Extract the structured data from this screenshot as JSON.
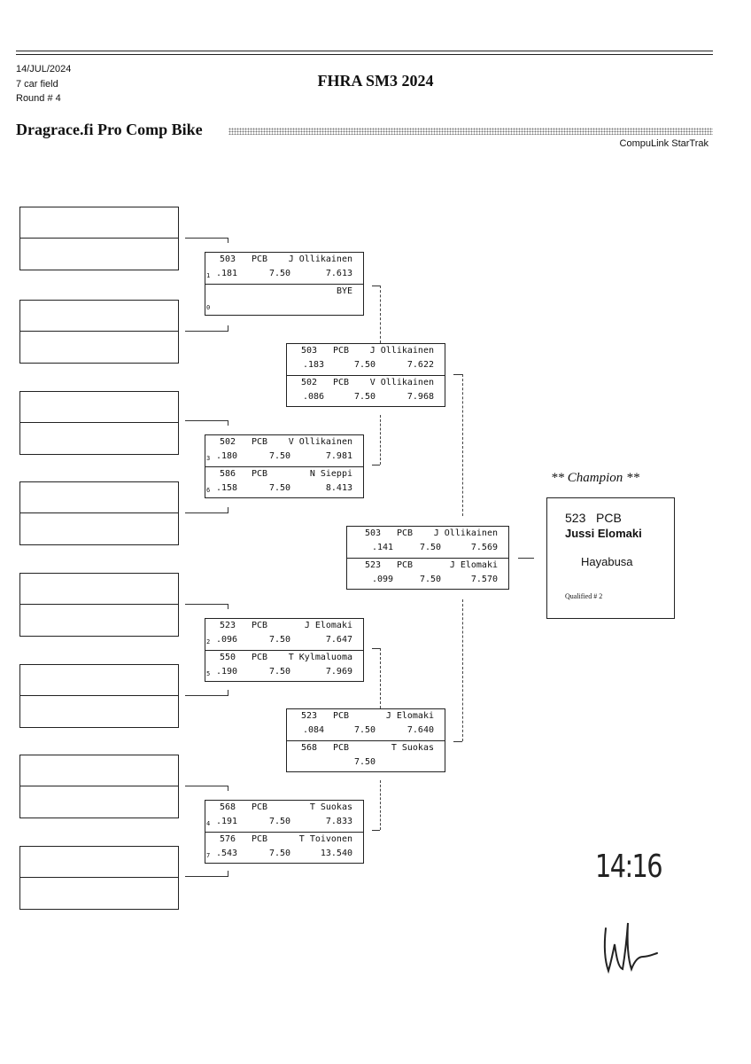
{
  "header": {
    "date": "14/JUL/2024",
    "field": "7 car field",
    "round": "Round # 4",
    "event_title": "FHRA SM3 2024",
    "class_title": "Dragrace.fi Pro Comp Bike",
    "software": "CompuLink StarTrak"
  },
  "round1": [
    {
      "top": {
        "number": "503",
        "cls": "PCB",
        "name": "J Ollikainen",
        "seed": "1",
        "reaction": ".181",
        "dial": "7.50",
        "et": "7.613"
      },
      "bottom": {
        "number": "",
        "cls": "",
        "name": "BYE",
        "seed": "0",
        "reaction": "",
        "dial": "",
        "et": ""
      }
    },
    {
      "top": {
        "number": "502",
        "cls": "PCB",
        "name": "V Ollikainen",
        "seed": "3",
        "reaction": ".180",
        "dial": "7.50",
        "et": "7.981"
      },
      "bottom": {
        "number": "586",
        "cls": "PCB",
        "name": "N Sieppi",
        "seed": "6",
        "reaction": ".158",
        "dial": "7.50",
        "et": "8.413"
      }
    },
    {
      "top": {
        "number": "523",
        "cls": "PCB",
        "name": "J Elomaki",
        "seed": "2",
        "reaction": ".096",
        "dial": "7.50",
        "et": "7.647"
      },
      "bottom": {
        "number": "550",
        "cls": "PCB",
        "name": "T Kylmaluoma",
        "seed": "5",
        "reaction": ".190",
        "dial": "7.50",
        "et": "7.969"
      }
    },
    {
      "top": {
        "number": "568",
        "cls": "PCB",
        "name": "T Suokas",
        "seed": "4",
        "reaction": ".191",
        "dial": "7.50",
        "et": "7.833"
      },
      "bottom": {
        "number": "576",
        "cls": "PCB",
        "name": "T Toivonen",
        "seed": "7",
        "reaction": ".543",
        "dial": "7.50",
        "et": "13.540"
      }
    }
  ],
  "round2": [
    {
      "top": {
        "number": "503",
        "cls": "PCB",
        "name": "J Ollikainen",
        "reaction": ".183",
        "dial": "7.50",
        "et": "7.622"
      },
      "bottom": {
        "number": "502",
        "cls": "PCB",
        "name": "V Ollikainen",
        "reaction": ".086",
        "dial": "7.50",
        "et": "7.968"
      }
    },
    {
      "top": {
        "number": "523",
        "cls": "PCB",
        "name": "J Elomaki",
        "reaction": ".084",
        "dial": "7.50",
        "et": "7.640"
      },
      "bottom": {
        "number": "568",
        "cls": "PCB",
        "name": "T Suokas",
        "reaction": "",
        "dial": "7.50",
        "et": ""
      }
    }
  ],
  "final": {
    "top": {
      "number": "503",
      "cls": "PCB",
      "name": "J Ollikainen",
      "reaction": ".141",
      "dial": "7.50",
      "et": "7.569"
    },
    "bottom": {
      "number": "523",
      "cls": "PCB",
      "name": "J Elomaki",
      "reaction": ".099",
      "dial": "7.50",
      "et": "7.570"
    }
  },
  "champion": {
    "title": "** Champion **",
    "number_class": "523   PCB",
    "name": "Jussi Elomaki",
    "vehicle": "Hayabusa",
    "qualified": "Qualified # 2"
  },
  "handwritten": {
    "time": "14:16"
  }
}
